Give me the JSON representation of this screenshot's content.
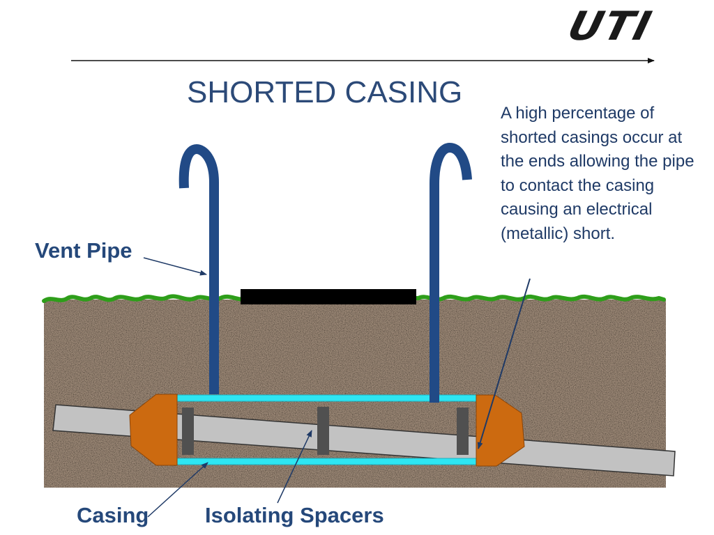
{
  "logo": {
    "text": "UTI"
  },
  "title": "SHORTED CASING",
  "note": "A high percentage of shorted casings occur at the ends allowing the pipe to contact the casing causing an electrical (metallic) short.",
  "labels": {
    "vent_pipe": "Vent Pipe",
    "casing": "Casing",
    "isolating_spacers": "Isolating Spacers"
  },
  "colors": {
    "title": "#2c4a78",
    "note_text": "#1f3a66",
    "label_text": "#25487a",
    "soil": "#9e8a78",
    "grass": "#2e9e1a",
    "vent_pipe": "#214a86",
    "carrier_pipe": "#c2c2c2",
    "casing": "#2ee6f2",
    "end_seal": "#cc6a10",
    "spacer": "#505050",
    "road": "#000000"
  }
}
